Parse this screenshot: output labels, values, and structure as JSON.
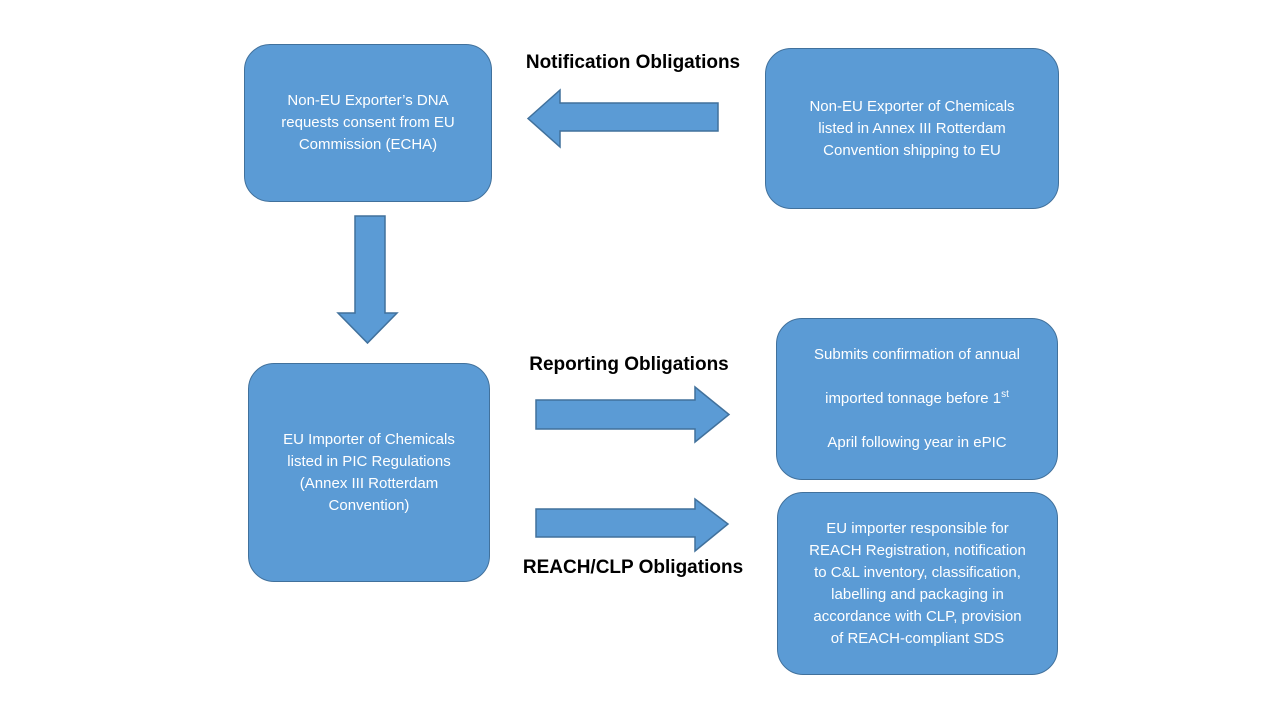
{
  "colors": {
    "background": "#ffffff",
    "box-fill": "#5b9bd5",
    "box-border": "#41719c",
    "box-text-color": "#ffffff",
    "arrow-fill": "#5b9bd5",
    "arrow-border": "#41719c",
    "label-color": "#000000"
  },
  "labels": {
    "notification": "Notification Obligations",
    "reporting": "Reporting Obligations",
    "reach_clp": "REACH/CLP Obligations"
  },
  "boxes": {
    "exporter_dna": {
      "text": "Non-EU Exporter’s DNA\nrequests consent from EU\nCommission (ECHA)"
    },
    "exporter_chemicals": {
      "text": "Non-EU Exporter of Chemicals\nlisted in Annex III Rotterdam\nConvention shipping to EU"
    },
    "eu_importer": {
      "text": "EU Importer of Chemicals\nlisted in PIC Regulations\n(Annex III Rotterdam\nConvention)"
    },
    "submit_tonnage": {
      "line1": "Submits confirmation of annual",
      "line2_pre": "imported tonnage before 1",
      "line2_sup": "st",
      "line3": "April following year in ePIC"
    },
    "reach_responsibilities": {
      "text": "EU importer responsible for\nREACH Registration, notification\nto C&L inventory, classification,\nlabelling and packaging in\naccordance with CLP, provision\nof REACH-compliant SDS"
    }
  }
}
